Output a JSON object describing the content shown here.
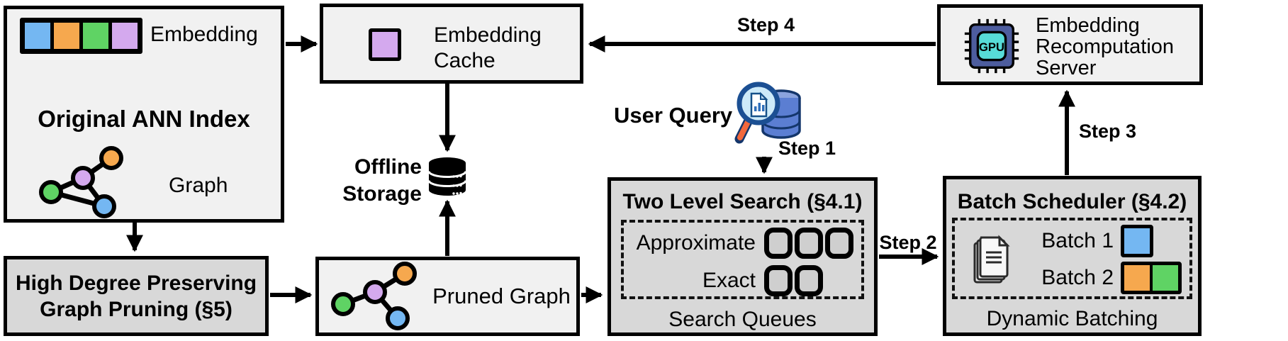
{
  "colors": {
    "blue": "#74b7f2",
    "orange": "#f6a84e",
    "green": "#5fd364",
    "purple": "#d4a9ee",
    "box_light": "#f1f1f1",
    "box_dark": "#d8d8d8",
    "embedding_sequence": [
      "#74b7f2",
      "#f6a84e",
      "#5fd364",
      "#d4a9ee"
    ],
    "cache_square": [
      "#d4a9ee"
    ]
  },
  "ann_index": {
    "title": "Original ANN Index",
    "embedding_label": "Embedding",
    "graph_label": "Graph"
  },
  "embedding_cache": {
    "label": "Embedding Cache"
  },
  "recomputation_server": {
    "label": "Embedding Recomputation Server",
    "chip_text": "GPU"
  },
  "offline_storage": {
    "label": "Offline Storage"
  },
  "user_query": {
    "label": "User Query"
  },
  "steps": {
    "step1": "Step 1",
    "step2": "Step 2",
    "step3": "Step 3",
    "step4": "Step 4"
  },
  "graph_pruning": {
    "label": "High Degree Preserving Graph Pruning (§5)"
  },
  "pruned_graph": {
    "label": "Pruned Graph"
  },
  "two_level_search": {
    "title": "Two Level Search (§4.1)",
    "rows": [
      {
        "label": "Approximate",
        "slots": 3
      },
      {
        "label": "Exact",
        "slots": 2
      }
    ],
    "caption": "Search Queues"
  },
  "batch_scheduler": {
    "title": "Batch Scheduler (§4.2)",
    "rows": [
      {
        "label": "Batch 1",
        "colors": [
          "#74b7f2"
        ]
      },
      {
        "label": "Batch 2",
        "colors": [
          "#f6a84e",
          "#5fd364"
        ]
      }
    ],
    "caption": "Dynamic Batching"
  }
}
